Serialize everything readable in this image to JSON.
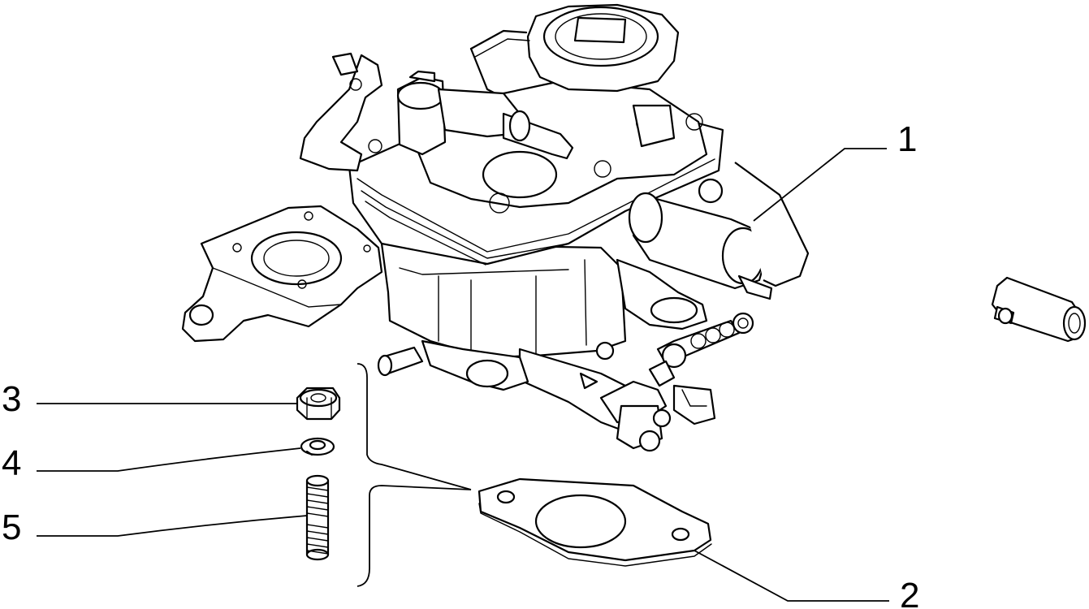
{
  "callouts": [
    {
      "id": "1",
      "label": "1"
    },
    {
      "id": "2",
      "label": "2"
    },
    {
      "id": "3",
      "label": "3"
    },
    {
      "id": "4",
      "label": "4"
    },
    {
      "id": "5",
      "label": "5"
    }
  ],
  "parts": [
    {
      "id": "1",
      "icon": "carburetor-icon"
    },
    {
      "id": "2",
      "icon": "gasket-icon"
    },
    {
      "id": "3",
      "icon": "nut-icon"
    },
    {
      "id": "4",
      "icon": "spring-washer-icon"
    },
    {
      "id": "5",
      "icon": "stud-icon"
    }
  ],
  "colors": {
    "ink": "#000000",
    "paper": "#ffffff"
  }
}
